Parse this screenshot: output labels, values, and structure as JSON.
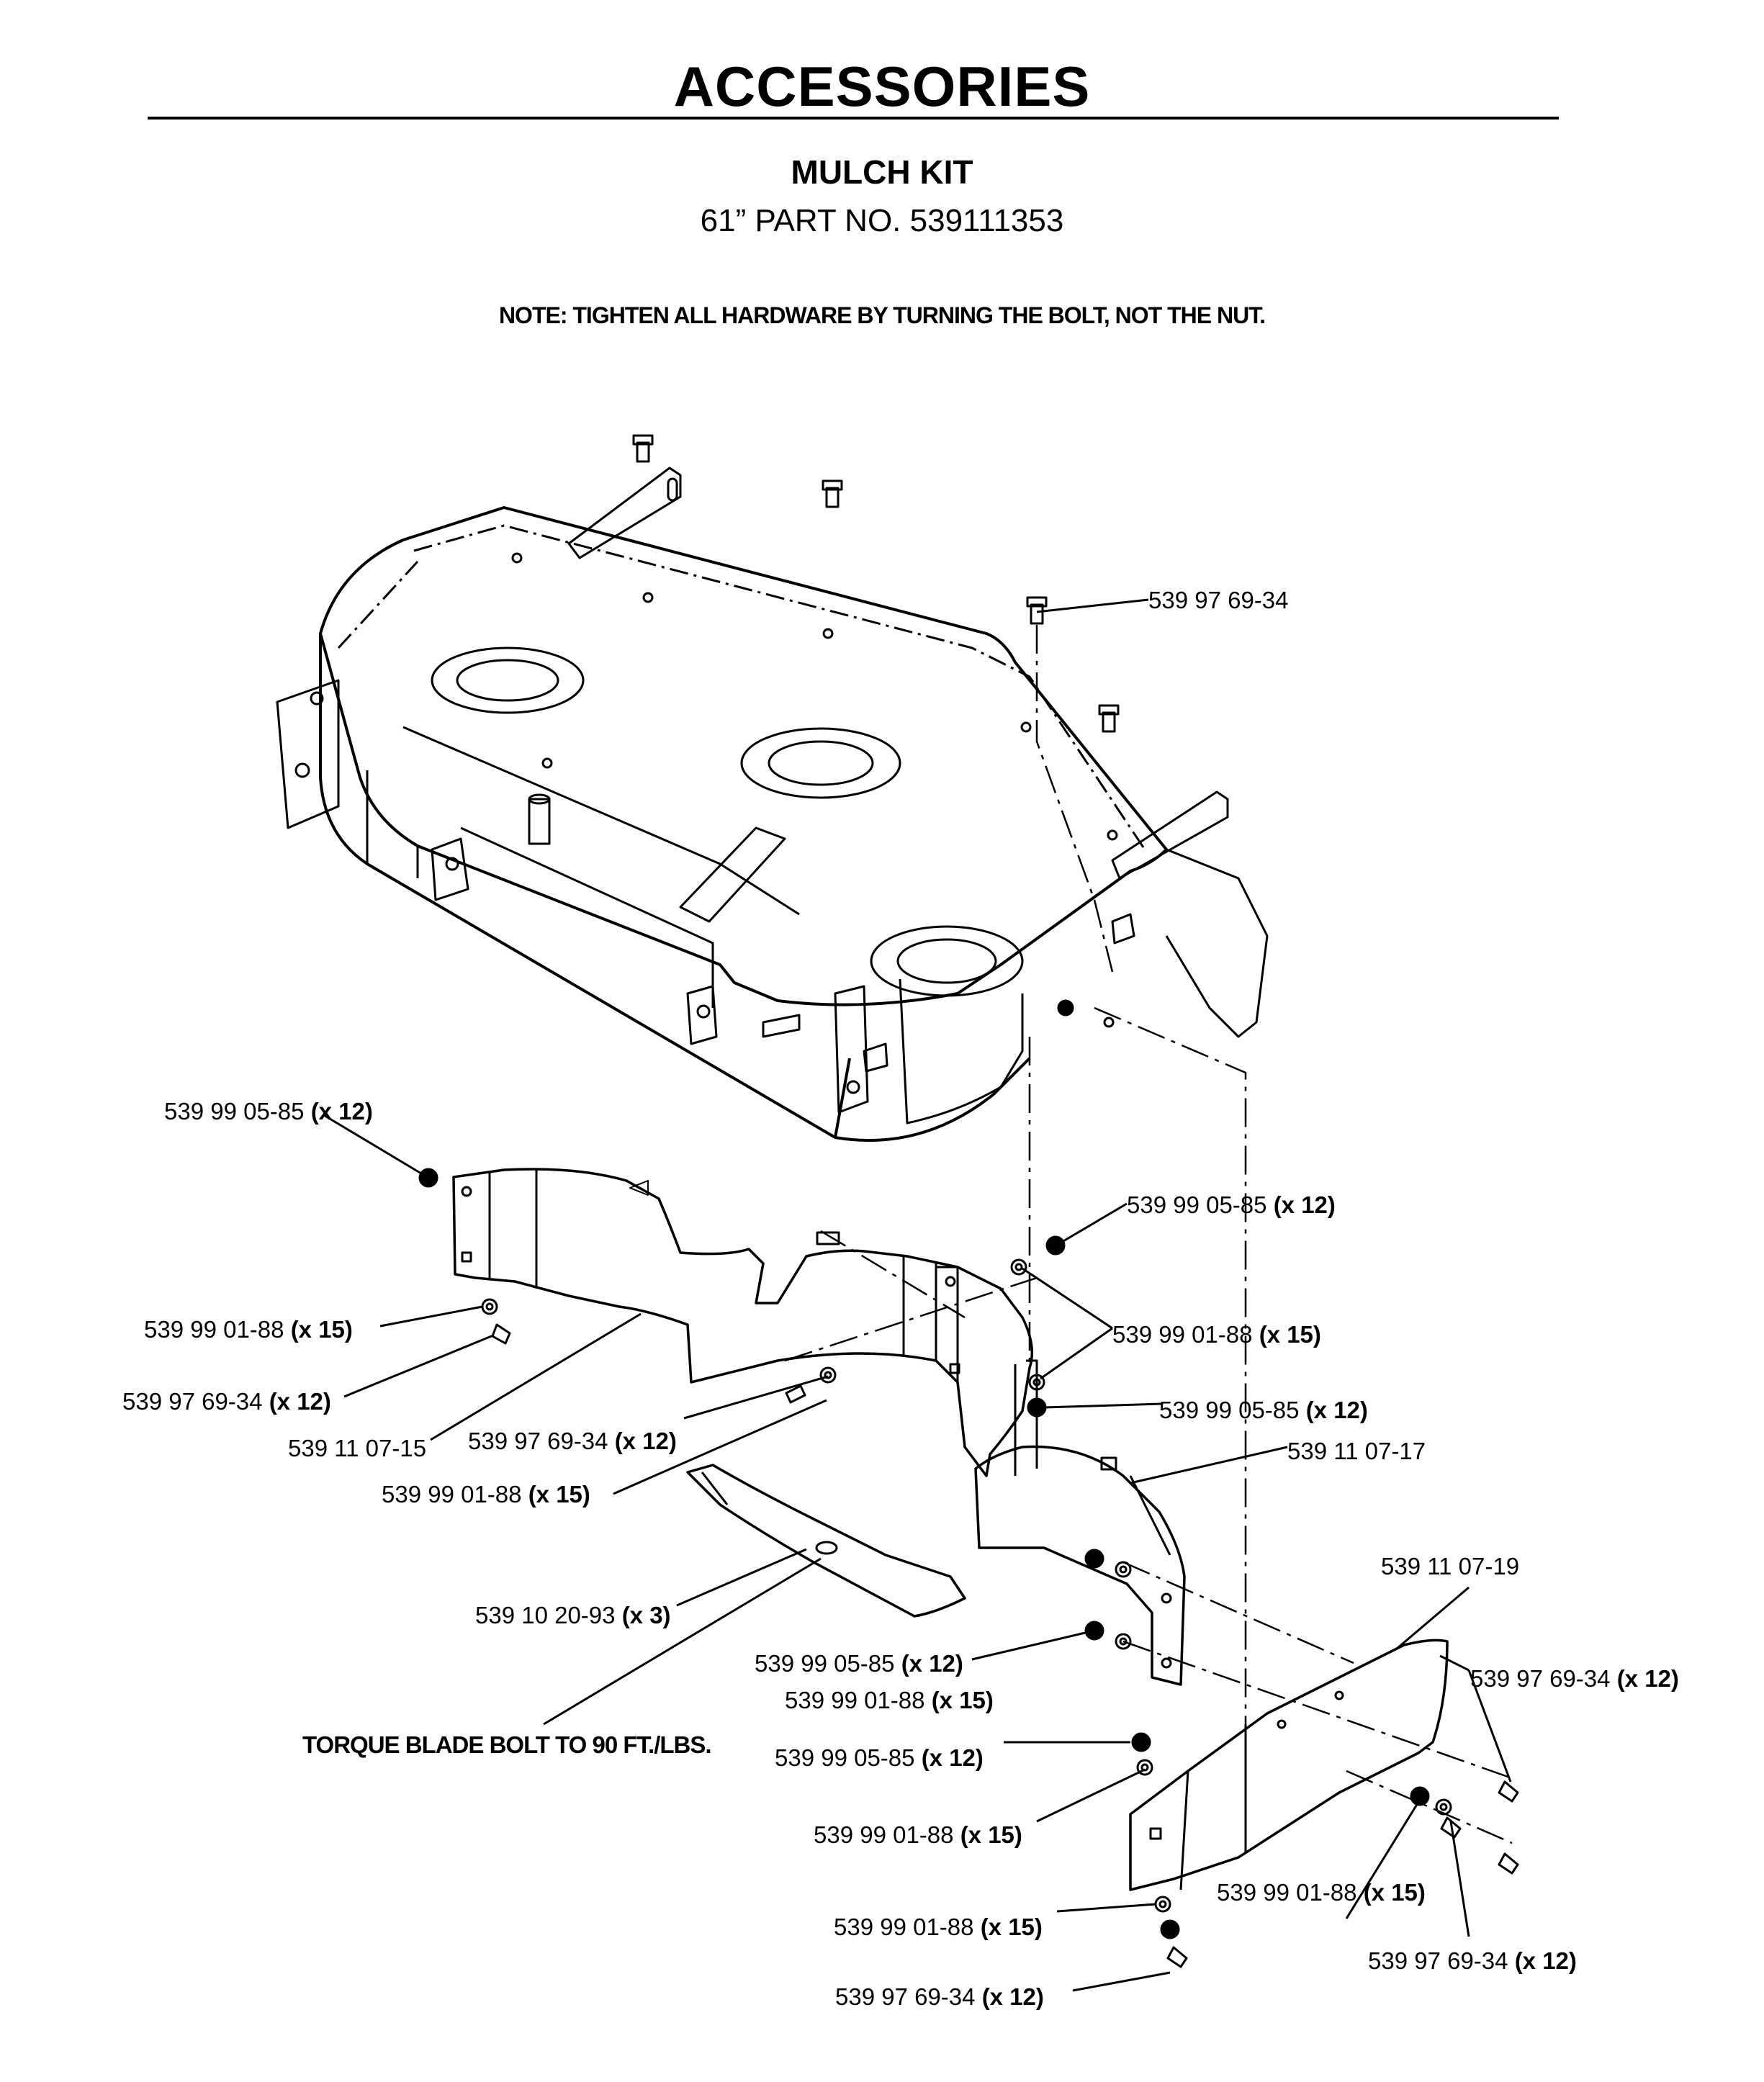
{
  "header": {
    "title": "ACCESSORIES",
    "subtitle": "MULCH KIT",
    "part_number": "61” PART NO. 539111353",
    "note": "NOTE: TIGHTEN ALL HARDWARE BY TURNING THE BOLT, NOT THE NUT."
  },
  "callouts": [
    {
      "part": "539 97 69-34",
      "qty": ""
    },
    {
      "part": "539 99 05-85",
      "qty": "(x 12)"
    },
    {
      "part": "539 99 05-85",
      "qty": "(x 12)"
    },
    {
      "part": "539 99 01-88",
      "qty": "(x 15)"
    },
    {
      "part": "539 99 01-88",
      "qty": "(x 15)"
    },
    {
      "part": "539 97 69-34",
      "qty": "(x 12)"
    },
    {
      "part": "539 99 05-85",
      "qty": "(x 12)"
    },
    {
      "part": "539 11 07-15",
      "qty": ""
    },
    {
      "part": "539 97 69-34",
      "qty": "(x 12)"
    },
    {
      "part": "539 11 07-17",
      "qty": ""
    },
    {
      "part": "539 99 01-88",
      "qty": "(x 15)"
    },
    {
      "part": "539 11 07-19",
      "qty": ""
    },
    {
      "part": "539 10 20-93",
      "qty": "(x 3)"
    },
    {
      "part": "539 97 69-34",
      "qty": "(x 12)"
    },
    {
      "part": "539 99 05-85",
      "qty": "(x 12)"
    },
    {
      "part": "539 99 01-88",
      "qty": "(x 15)"
    },
    {
      "part": "539 99 05-85",
      "qty": "(x 12)"
    },
    {
      "part": "539 99 01-88",
      "qty": "(x 15)"
    },
    {
      "part": "539 99 01-88",
      "qty": "(x 15)"
    },
    {
      "part": "539 99 01-88",
      "qty": "(x 15)"
    },
    {
      "part": "539 97 69-34",
      "qty": "(x 12)"
    },
    {
      "part": "539 97 69-34",
      "qty": "(x 12)"
    }
  ],
  "torque_note": "TORQUE BLADE BOLT TO 90 FT./LBS."
}
